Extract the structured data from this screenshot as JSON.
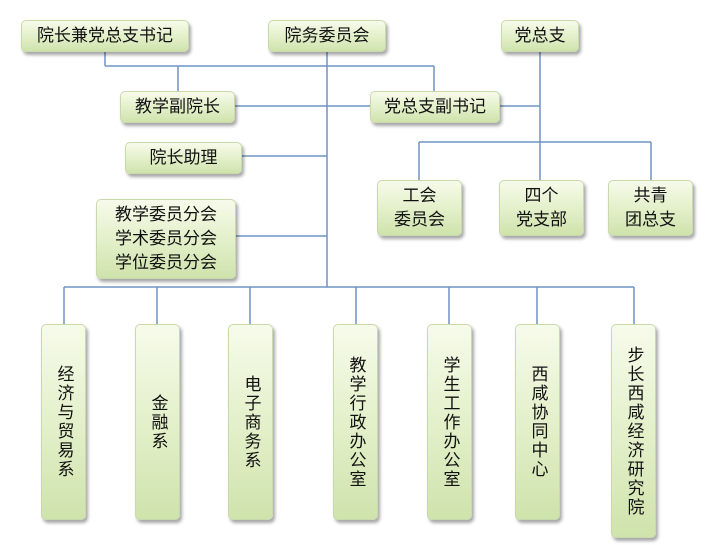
{
  "diagram": {
    "top": {
      "secretary_dean": "院长兼党总支书记",
      "council": "院务委员会",
      "party_branch": "党总支"
    },
    "middle": {
      "vice_dean": "教学副院长",
      "deputy_secretary": "党总支副书记",
      "dean_assistant": "院长助理",
      "committees": "教学委员分会\n学术委员分会\n学位委员分会"
    },
    "party_units": [
      "工会\n委员会",
      "四个\n党支部",
      "共青\n团总支"
    ],
    "departments": [
      "经济与贸易系",
      "金融系",
      "电子商务系",
      "教学行政办公室",
      "学生工作办公室",
      "西咸协同中心",
      "步长西咸经济研究院"
    ],
    "colors": {
      "line": "#6f93c3",
      "box_top": "#f6fbea",
      "box_bottom": "#cfe3ac",
      "box_border": "#c9d9ad"
    }
  }
}
